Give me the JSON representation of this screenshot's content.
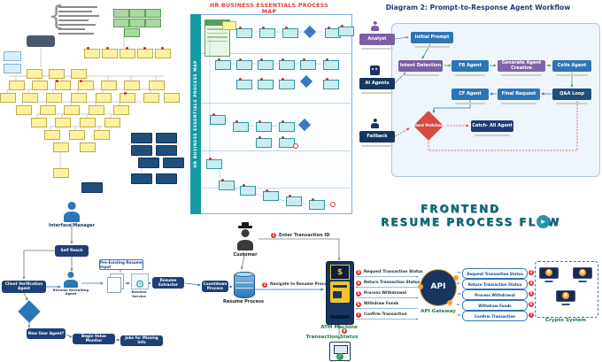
{
  "process_map": {
    "title": "HR BUSINESS ESSENTIALS PROCESS MAP",
    "sidebar_label": "HR BUSINESS ESSENTIALS PROCESS MAP"
  },
  "agent_workflow": {
    "title": "Diagram 2: Prompt-to-Response Agent Workflow",
    "analyst": "Analyst",
    "ai_agents": "AI Agents",
    "fallback": "Fallback",
    "initial_prompt": "Initial Prompt",
    "intent_detection": "Intent Detection",
    "fb_agent": "FB Agent",
    "generate_agent": "Generate Agent Creative",
    "cove_agent": "CoVe Agent",
    "cf_agent": "CF Agent",
    "final_request": "Final Request",
    "qa_loop": "Q&A Loop",
    "intent_matched": "Intent Matched?",
    "catch_all": "Catch- All Agent"
  },
  "resume_flow": {
    "title_line1": "FRONTEND",
    "title_line2": "RESUME PROCESS FLOW",
    "play_icon": "▶",
    "customer_label": "Customer",
    "badge1": "1",
    "step1_label": "Enter Transaction ID",
    "badge2": "2",
    "step2_label": "Navigate to Resume Process",
    "resume_process_label": "Resume Process",
    "countdown_label": "Countdown Process",
    "atm_label": "ATM Machine",
    "atm_screen": "$",
    "api_text": "API",
    "api_label": "API Gateway",
    "crypto_label": "Crypto System",
    "coin_letter": "B",
    "badge8": "8",
    "transaction_status_label": "Transaction Status",
    "steps": [
      {
        "n": "3",
        "label": "Request Transaction Status"
      },
      {
        "n": "4",
        "label": "Return Transaction Status"
      },
      {
        "n": "5",
        "label": "Process Withdrawal"
      },
      {
        "n": "6",
        "label": "Withdraw Funds"
      },
      {
        "n": "7",
        "label": "Confirm Transaction"
      }
    ]
  },
  "left_flow": {
    "user_label": "Interface Manager",
    "self_reach": "Self Reach",
    "client_verification": "Client Verification Agent",
    "recruiting": "Resume Recruiting Agent",
    "pre_existing": "Pre-Existing Resume Input",
    "resume_service": "Resume Service",
    "resume_extractor": "Resume Extractor",
    "new_user": "New User Agent?",
    "value_monitor": "Begin Value Monitor",
    "missing_info": "Jobs for Missing Info"
  }
}
